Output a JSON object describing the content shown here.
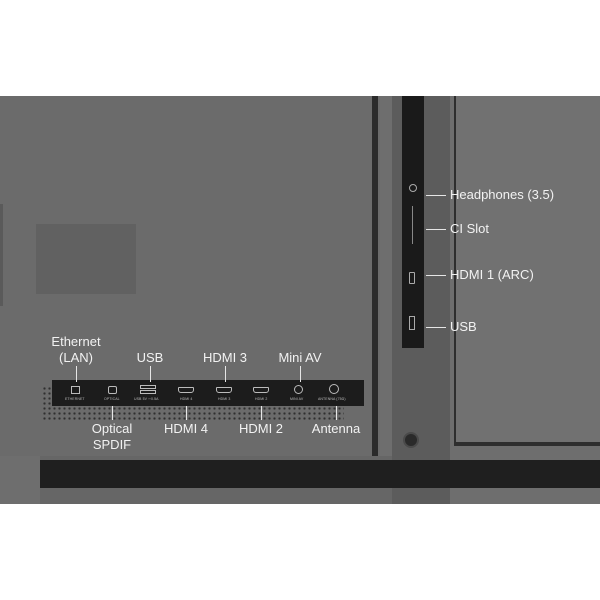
{
  "bottom_ports": {
    "top_labels": {
      "ethernet": "Ethernet\n(LAN)",
      "usb": "USB",
      "hdmi3": "HDMI 3",
      "mini_av": "Mini AV"
    },
    "bottom_labels": {
      "optical": "Optical\nSPDIF",
      "hdmi4": "HDMI 4",
      "hdmi2": "HDMI 2",
      "antenna": "Antenna"
    },
    "printed": {
      "ethernet": "ETHERNET",
      "optical": "OPTICAL",
      "usb": "USB 5V ⎓0.5A",
      "hdmi4": "HDMI 4",
      "hdmi3": "HDMI 3",
      "hdmi2": "HDMI 2",
      "mini_av": "MINI AV",
      "antenna": "ANTENNA (75Ω)"
    }
  },
  "side_ports": {
    "headphones": "Headphones (3.5)",
    "ci_slot": "CI Slot",
    "hdmi1": "HDMI 1 (ARC)",
    "usb": "USB"
  }
}
